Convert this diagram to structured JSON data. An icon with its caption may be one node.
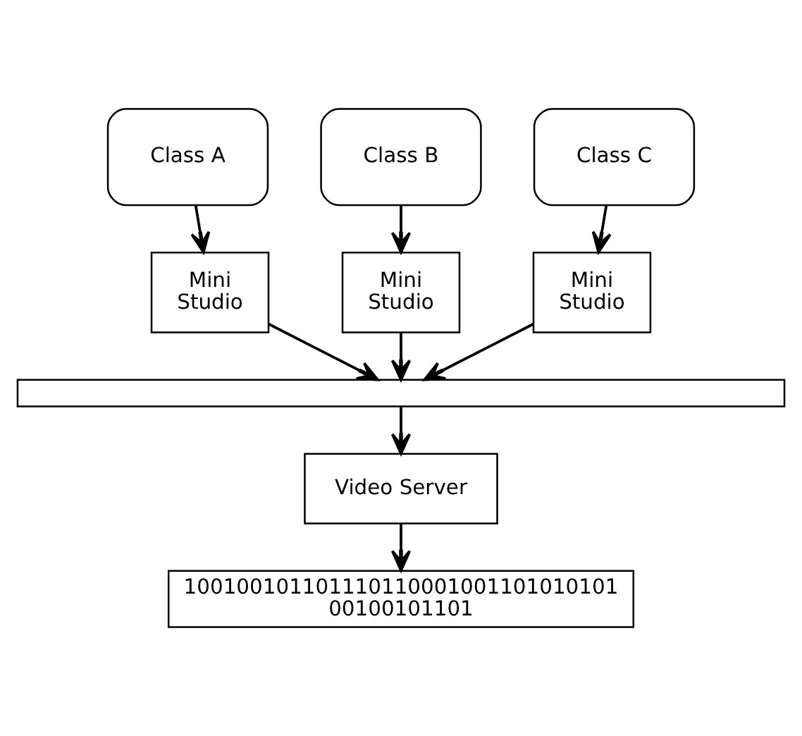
{
  "diagram": {
    "nodes": [
      {
        "text": [
          "Class A"
        ]
      },
      {
        "text": [
          "Class B"
        ]
      },
      {
        "text": [
          "Class C"
        ]
      },
      {
        "text": [
          "Mini Studio"
        ]
      },
      {
        "text": [
          "Mini Studio"
        ]
      },
      {
        "text": [
          "Mini Studio"
        ]
      },
      {
        "text": [],
        "shape": "bar"
      },
      {
        "text": [
          "Video Server"
        ]
      },
      {
        "text": [
          "100100101101110110001001101010101 00100101101"
        ]
      }
    ],
    "edges": [
      {
        "from": 0,
        "to": 3,
        "arrow": "to"
      },
      {
        "from": 1,
        "to": 4,
        "arrow": "to"
      },
      {
        "from": 2,
        "to": 5,
        "arrow": "to"
      },
      {
        "from": 3,
        "to": 6,
        "arrow": "to"
      },
      {
        "from": 4,
        "to": 6,
        "arrow": "to"
      },
      {
        "from": 5,
        "to": 6,
        "arrow": "to"
      },
      {
        "from": 6,
        "to": 7,
        "arrow": "to"
      },
      {
        "from": 7,
        "to": 8,
        "arrow": "to"
      }
    ]
  }
}
